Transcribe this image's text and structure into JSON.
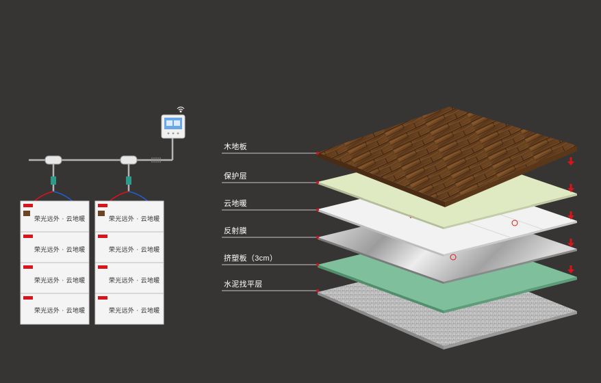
{
  "layers": [
    {
      "label": "木地板"
    },
    {
      "label": "保护层"
    },
    {
      "label": "云地暖"
    },
    {
      "label": "反射膜"
    },
    {
      "label": "挤塑板（3cm）"
    },
    {
      "label": "水泥找平层"
    }
  ],
  "panel": {
    "brand_text": "荣光远外 · 云地暖"
  },
  "colors": {
    "background": "#373534",
    "wood": "#6b4524",
    "protection": "#dfe9c2",
    "heating_film": "#f2f2f2",
    "reflective": "#bdbdbd",
    "xps": "#7fbf9c",
    "cement": "#bdbdbd",
    "arrow": "#d9141b",
    "label_line": "#c8c8c8"
  },
  "icons": [
    "thermostat-icon",
    "wifi-icon",
    "down-arrow-icon"
  ]
}
